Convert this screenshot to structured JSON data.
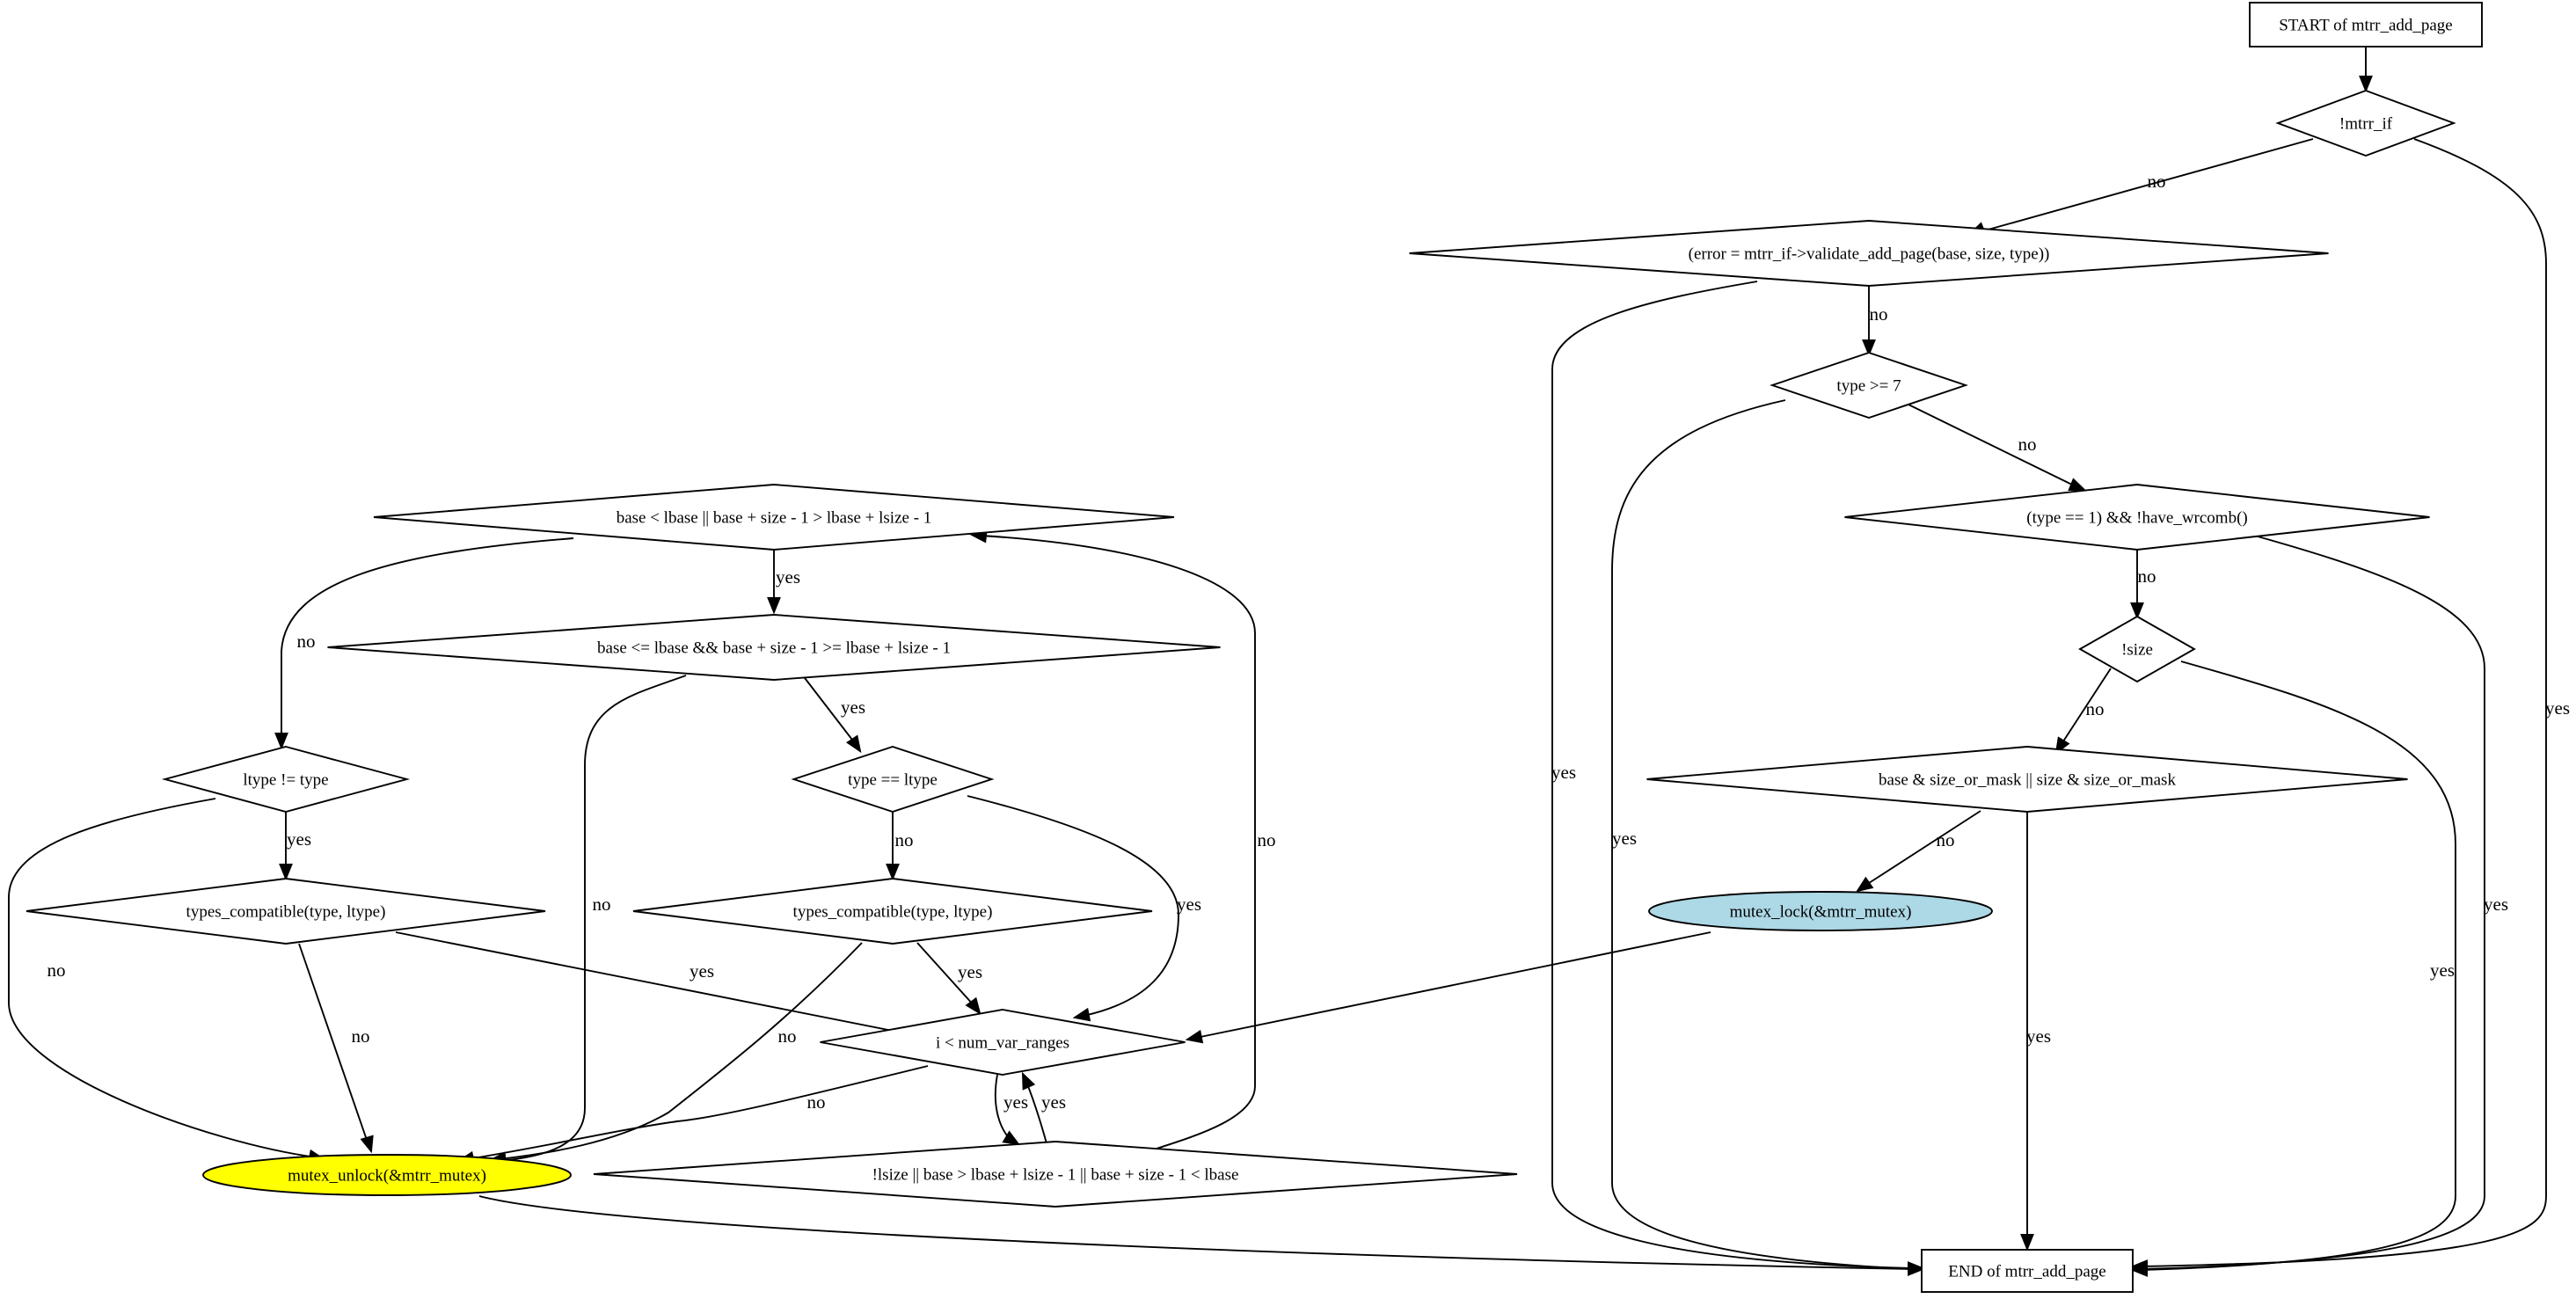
{
  "diagram": {
    "colors": {
      "lock_fill": "#add8e6",
      "unlock_fill": "#ffff00",
      "default_fill": "#ffffff",
      "stroke": "#000000"
    },
    "nodes": [
      {
        "id": "start",
        "shape": "box",
        "label": "START of mtrr_add_page"
      },
      {
        "id": "not_mtrr_if",
        "shape": "diamond",
        "label": "!mtrr_if"
      },
      {
        "id": "validate",
        "shape": "diamond",
        "label": "(error = mtrr_if->validate_add_page(base, size, type))"
      },
      {
        "id": "type_ge7",
        "shape": "diamond",
        "label": "type >= 7"
      },
      {
        "id": "wrcomb",
        "shape": "diamond",
        "label": "(type == 1) && !have_wrcomb()"
      },
      {
        "id": "not_size",
        "shape": "diamond",
        "label": "!size"
      },
      {
        "id": "mask",
        "shape": "diamond",
        "label": "base & size_or_mask || size & size_or_mask"
      },
      {
        "id": "lock",
        "shape": "ellipse",
        "label": "mutex_lock(&mtrr_mutex)"
      },
      {
        "id": "loop",
        "shape": "diamond",
        "label": "i < num_var_ranges"
      },
      {
        "id": "lsize",
        "shape": "diamond",
        "label": "!lsize || base > lbase + lsize - 1 || base + size - 1 < lbase"
      },
      {
        "id": "overlap1",
        "shape": "diamond",
        "label": "base < lbase || base + size - 1 > lbase + lsize - 1"
      },
      {
        "id": "overlap2",
        "shape": "diamond",
        "label": "base <= lbase && base + size - 1 >= lbase + lsize - 1"
      },
      {
        "id": "ltype_ne",
        "shape": "diamond",
        "label": "ltype != type"
      },
      {
        "id": "type_eq",
        "shape": "diamond",
        "label": "type == ltype"
      },
      {
        "id": "compat1",
        "shape": "diamond",
        "label": "types_compatible(type, ltype)"
      },
      {
        "id": "compat2",
        "shape": "diamond",
        "label": "types_compatible(type, ltype)"
      },
      {
        "id": "unlock",
        "shape": "ellipse",
        "label": "mutex_unlock(&mtrr_mutex)"
      },
      {
        "id": "end",
        "shape": "box",
        "label": "END of mtrr_add_page"
      }
    ],
    "edges": [
      {
        "from": "start",
        "to": "not_mtrr_if",
        "label": ""
      },
      {
        "from": "not_mtrr_if",
        "to": "validate",
        "label": "no"
      },
      {
        "from": "not_mtrr_if",
        "to": "end",
        "label": "yes"
      },
      {
        "from": "validate",
        "to": "type_ge7",
        "label": "no"
      },
      {
        "from": "validate",
        "to": "end",
        "label": "yes"
      },
      {
        "from": "type_ge7",
        "to": "wrcomb",
        "label": "no"
      },
      {
        "from": "type_ge7",
        "to": "end",
        "label": "yes"
      },
      {
        "from": "wrcomb",
        "to": "not_size",
        "label": "no"
      },
      {
        "from": "wrcomb",
        "to": "end",
        "label": "yes"
      },
      {
        "from": "not_size",
        "to": "mask",
        "label": "no"
      },
      {
        "from": "not_size",
        "to": "end",
        "label": "yes"
      },
      {
        "from": "mask",
        "to": "lock",
        "label": "no"
      },
      {
        "from": "mask",
        "to": "end",
        "label": "yes"
      },
      {
        "from": "lock",
        "to": "loop",
        "label": ""
      },
      {
        "from": "loop",
        "to": "lsize",
        "label": "yes"
      },
      {
        "from": "loop",
        "to": "unlock",
        "label": "no"
      },
      {
        "from": "lsize",
        "to": "loop",
        "label": "yes"
      },
      {
        "from": "lsize",
        "to": "overlap1",
        "label": "no"
      },
      {
        "from": "overlap1",
        "to": "overlap2",
        "label": "yes"
      },
      {
        "from": "overlap1",
        "to": "ltype_ne",
        "label": "no"
      },
      {
        "from": "overlap2",
        "to": "type_eq",
        "label": "yes"
      },
      {
        "from": "overlap2",
        "to": "unlock",
        "label": "no"
      },
      {
        "from": "ltype_ne",
        "to": "compat1",
        "label": "yes"
      },
      {
        "from": "ltype_ne",
        "to": "unlock",
        "label": "no"
      },
      {
        "from": "compat1",
        "to": "loop",
        "label": "yes"
      },
      {
        "from": "compat1",
        "to": "unlock",
        "label": "no"
      },
      {
        "from": "type_eq",
        "to": "compat2",
        "label": "no"
      },
      {
        "from": "type_eq",
        "to": "loop",
        "label": "yes"
      },
      {
        "from": "compat2",
        "to": "loop",
        "label": "yes"
      },
      {
        "from": "compat2",
        "to": "unlock",
        "label": "no"
      },
      {
        "from": "unlock",
        "to": "end",
        "label": ""
      }
    ]
  }
}
